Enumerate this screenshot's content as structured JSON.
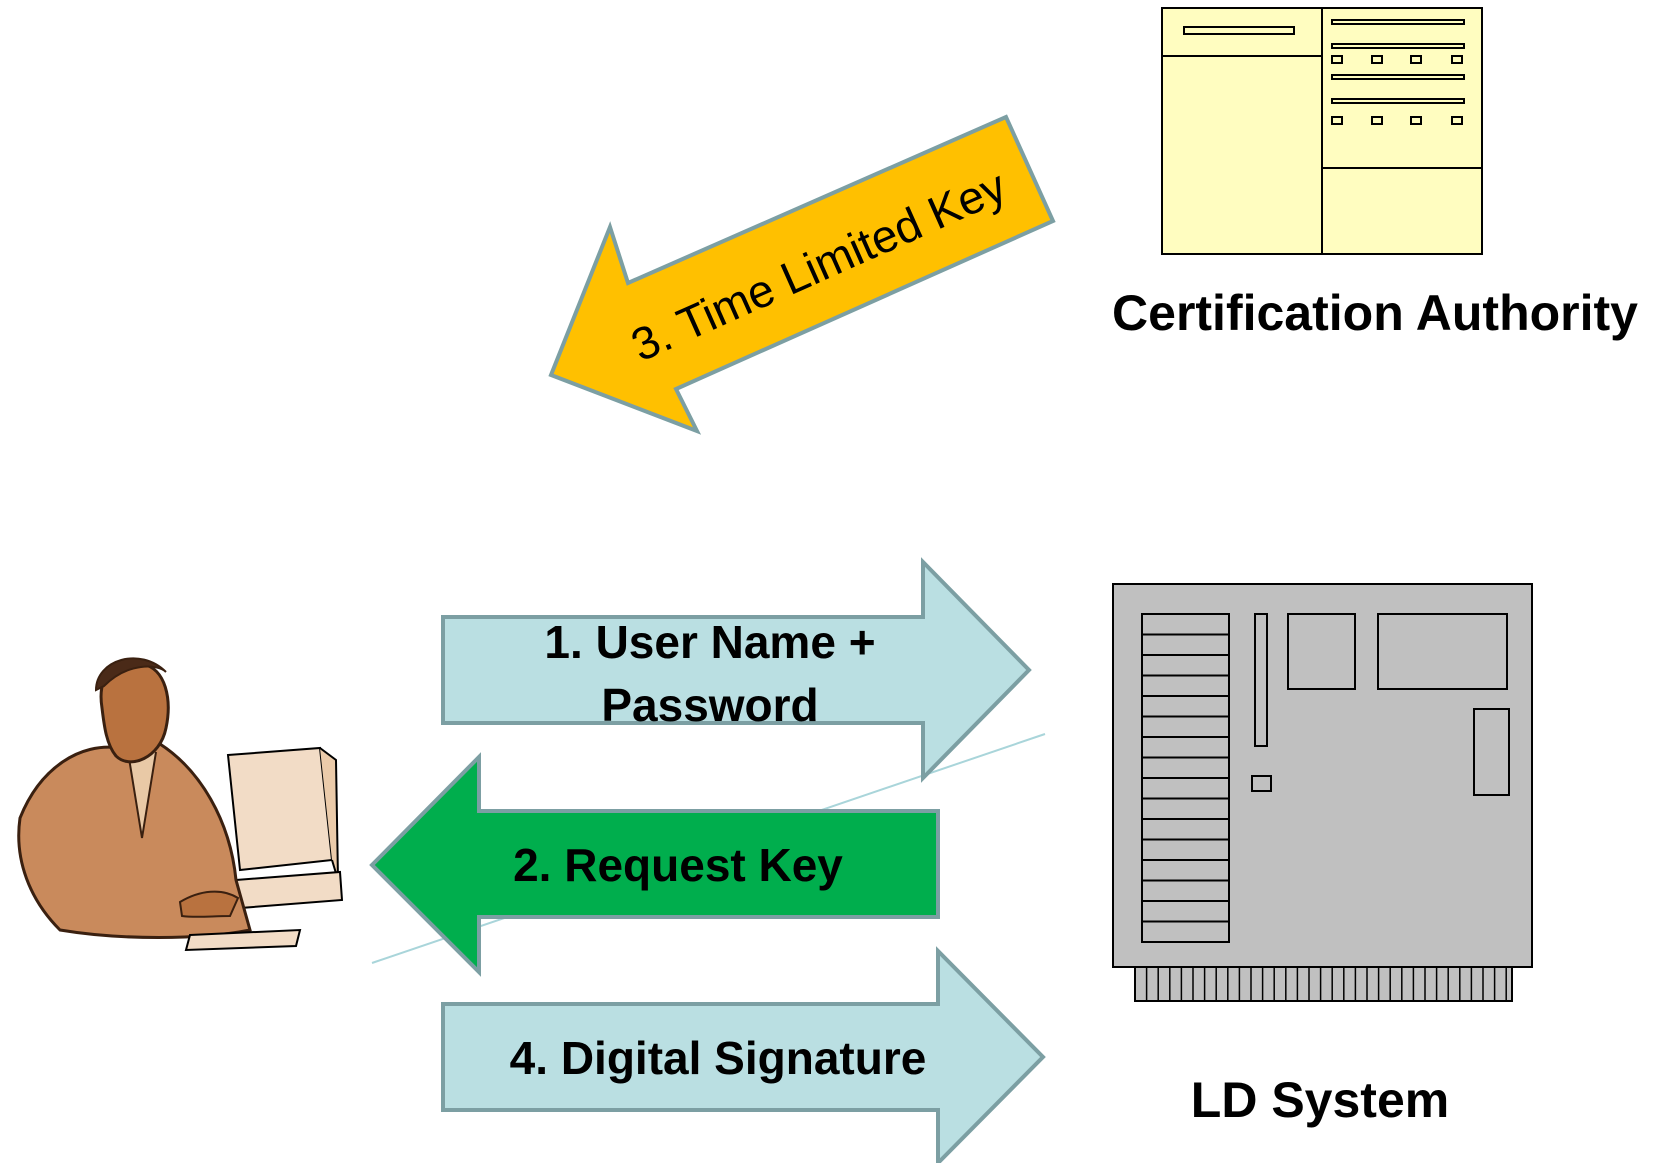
{
  "labels": {
    "certification_authority": "Certification Authority",
    "ld_system": "LD System"
  },
  "arrows": {
    "user_name_password": {
      "line1": "1. User Name +",
      "line2": "Password"
    },
    "request_key": "2. Request Key",
    "time_limited_key": "3. Time Limited Key",
    "digital_signature": "4. Digital Signature"
  },
  "colors": {
    "light_blue_arrow": "#BADFE2",
    "green_arrow": "#00AE4D",
    "orange_arrow": "#FFC000",
    "arrow_outline": "#7C9FA3",
    "ca_fill": "#FFFDC0",
    "server_fill": "#C0C0C0"
  },
  "icons": {
    "user": "user-at-computer-icon",
    "certification_authority": "certificate-document-icon",
    "ld_system": "server-board-icon"
  }
}
